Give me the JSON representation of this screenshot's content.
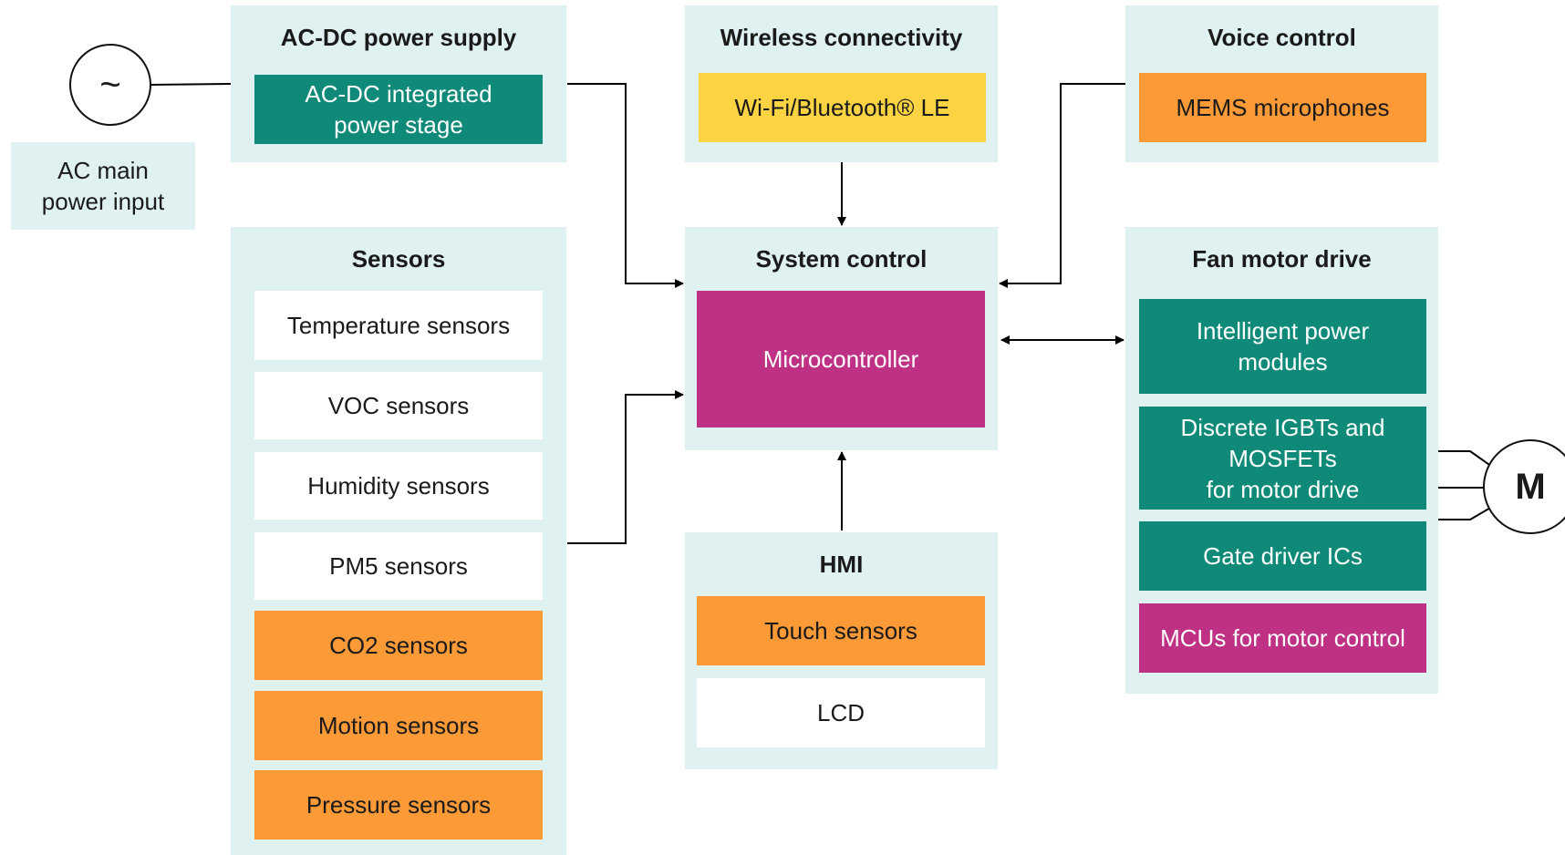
{
  "ac_input": {
    "symbol": "~",
    "label": "AC main\npower input"
  },
  "motor": {
    "symbol": "M"
  },
  "groups": {
    "ac_dc": {
      "title": "AC-DC power supply",
      "box": "AC-DC integrated\npower stage"
    },
    "wireless": {
      "title": "Wireless connectivity",
      "box": "Wi-Fi/Bluetooth® LE"
    },
    "voice": {
      "title": "Voice control",
      "box": "MEMS microphones"
    },
    "sensors": {
      "title": "Sensors",
      "items": [
        "Temperature sensors",
        "VOC sensors",
        "Humidity sensors",
        "PM5 sensors",
        "CO2 sensors",
        "Motion sensors",
        "Pressure sensors"
      ]
    },
    "system": {
      "title": "System control",
      "box": "Microcontroller"
    },
    "hmi": {
      "title": "HMI",
      "items": [
        "Touch sensors",
        "LCD"
      ]
    },
    "fan": {
      "title": "Fan motor drive",
      "items": [
        "Intelligent power\nmodules",
        "Discrete IGBTs and\nMOSFETs\nfor motor drive",
        "Gate driver ICs",
        "MCUs for motor control"
      ]
    }
  },
  "colors": {
    "group_bg": "#dff1f0",
    "teal": "#0f8a78",
    "orange": "#fd9a38",
    "yellow": "#fcd443",
    "magenta": "#be3185"
  }
}
